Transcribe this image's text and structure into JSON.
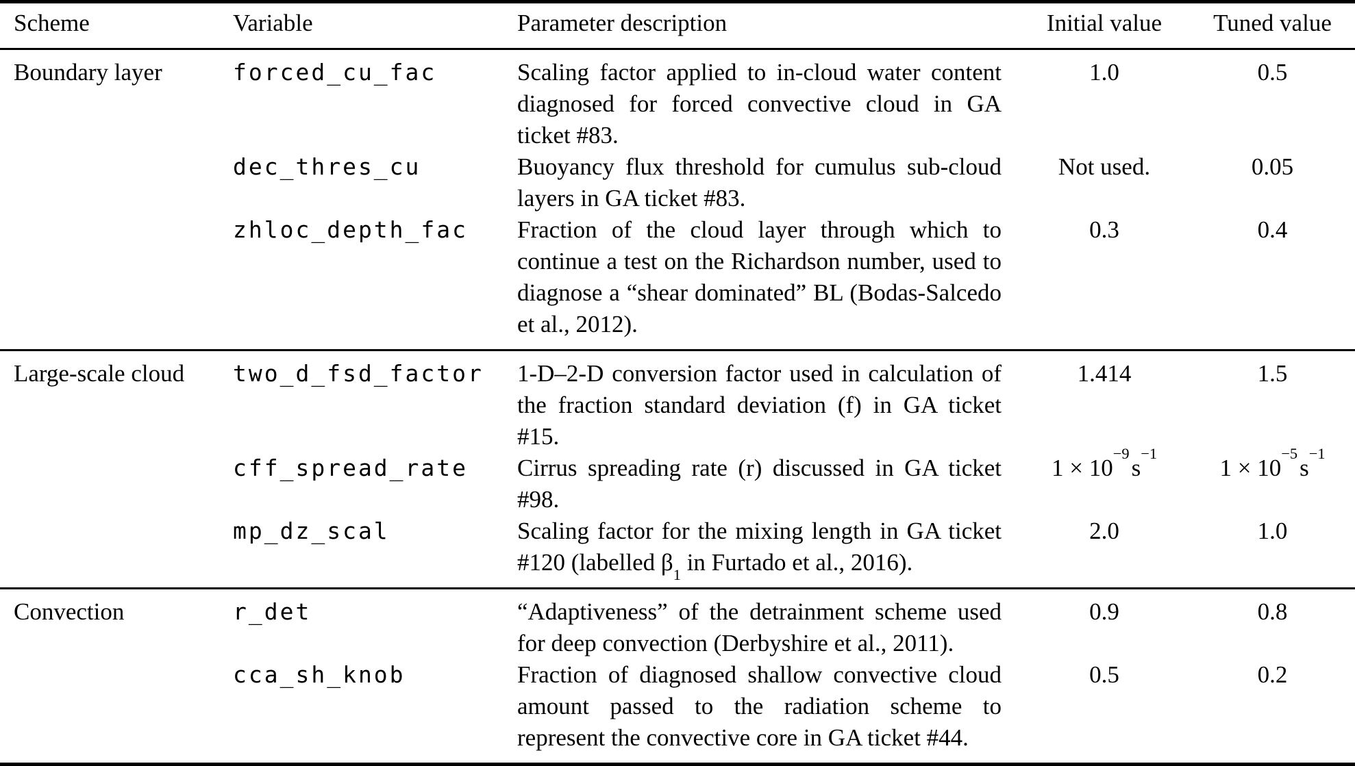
{
  "header": {
    "columns": [
      "Scheme",
      "Variable",
      "Parameter description",
      "Initial value",
      "Tuned value"
    ]
  },
  "table": {
    "rows": [
      {
        "scheme": "Boundary layer",
        "variable": "forced_cu_fac",
        "description": "Scaling factor applied to in-cloud water content diagnosed for forced convective cloud in GA ticket #83.",
        "initial": {
          "pre": "1.0"
        },
        "tuned": {
          "pre": "0.5"
        }
      },
      {
        "scheme": "",
        "variable": "dec_thres_cu",
        "description": "Buoyancy flux threshold for cumulus sub-cloud layers in GA ticket #83.",
        "initial": {
          "pre": "Not used."
        },
        "tuned": {
          "pre": "0.05"
        }
      },
      {
        "scheme": "",
        "variable": "zhloc_depth_fac",
        "description": "Fraction of the cloud layer through which to continue a test on the Richardson number, used to diagnose a “shear dominated” BL (Bodas-Salcedo et al., 2012).",
        "initial": {
          "pre": "0.3"
        },
        "tuned": {
          "pre": "0.4"
        }
      },
      {
        "scheme": "Large-scale cloud",
        "variable": "two_d_fsd_factor",
        "description": "1-D–2-D conversion factor used in calculation of the fraction standard deviation (f) in GA ticket #15.",
        "initial": {
          "pre": "1.414"
        },
        "tuned": {
          "pre": "1.5"
        }
      },
      {
        "scheme": "",
        "variable": "cff_spread_rate",
        "description": "Cirrus spreading rate (r) discussed in GA ticket #98.",
        "initial": {
          "pre": "1 × 10",
          "sup": "−9",
          "unit": "s",
          "usup": "−1"
        },
        "tuned": {
          "pre": "1 × 10",
          "sup": "−5",
          "unit": "s",
          "usup": "−1"
        }
      },
      {
        "scheme": "",
        "variable": "mp_dz_scal",
        "description_pre": "Scaling factor for the mixing length in GA ticket #120 (labelled β",
        "description_sub": "1",
        "description_post": " in Furtado et al., 2016).",
        "initial": {
          "pre": "2.0"
        },
        "tuned": {
          "pre": "1.0"
        }
      },
      {
        "scheme": "Convection",
        "variable": "r_det",
        "description": "“Adaptiveness” of the detrainment scheme used for deep convection (Derbyshire et al., 2011).",
        "initial": {
          "pre": "0.9"
        },
        "tuned": {
          "pre": "0.8"
        }
      },
      {
        "scheme": "",
        "variable": "cca_sh_knob",
        "description": "Fraction of diagnosed shallow convective cloud amount passed to the radiation scheme to represent the convective core in GA ticket #44.",
        "initial": {
          "pre": "0.5"
        },
        "tuned": {
          "pre": "0.2"
        }
      }
    ]
  }
}
